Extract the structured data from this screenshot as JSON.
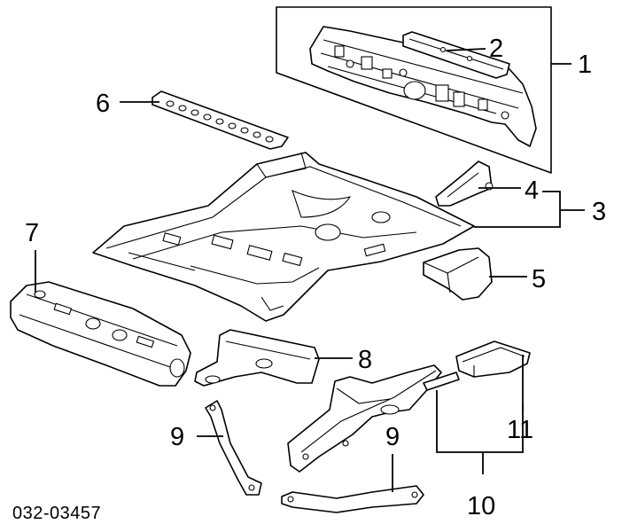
{
  "diagram": {
    "code": "032-03457",
    "callouts": {
      "c1": "1",
      "c2": "2",
      "c3": "3",
      "c4": "4",
      "c5": "5",
      "c6": "6",
      "c7": "7",
      "c8": "8",
      "c9a": "9",
      "c9b": "9",
      "c10": "10",
      "c11": "11"
    }
  }
}
